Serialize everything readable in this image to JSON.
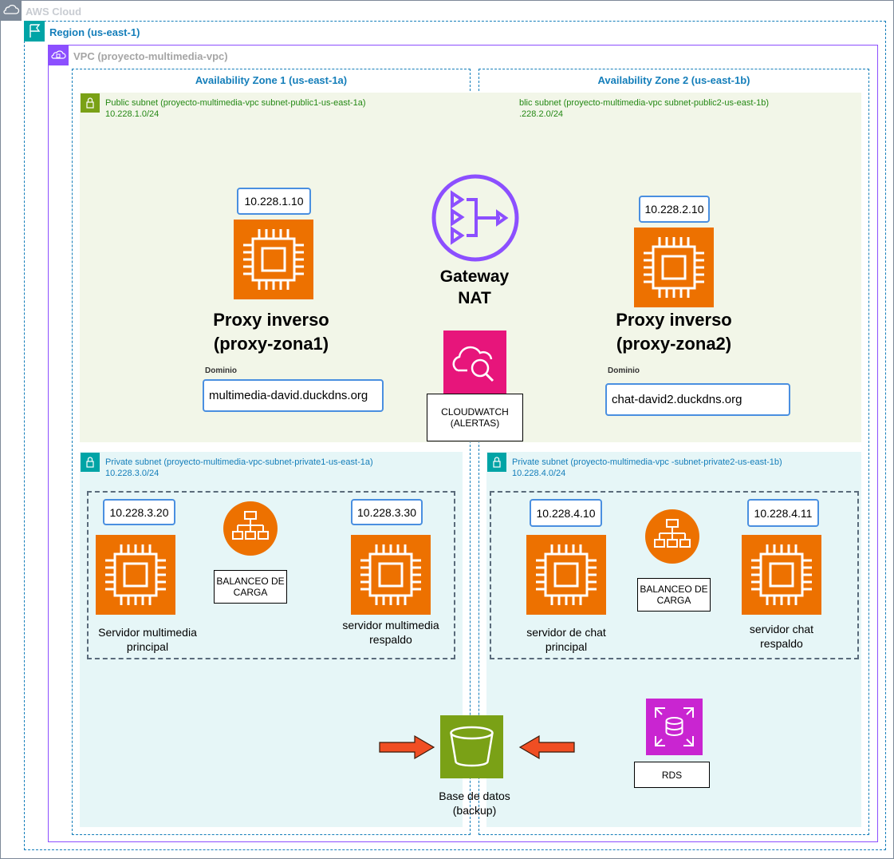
{
  "cloud": {
    "title": "AWS Cloud"
  },
  "region": {
    "title": "Region (us-east-1)"
  },
  "vpc": {
    "title": "VPC (proyecto-multimedia-vpc)"
  },
  "az1": {
    "title": "Availability Zone 1 (us-east-1a)"
  },
  "az2": {
    "title": "Availability Zone 2 (us-east-1b)"
  },
  "public1": {
    "name": "Public subnet (proyecto-multimedia-vpc subnet-public1-us-east-1a)",
    "cidr": "10.228.1.0/24"
  },
  "public2": {
    "name": "blic subnet (proyecto-multimedia-vpc subnet-public2-us-east-1b)",
    "cidr": ".228.2.0/24"
  },
  "private1": {
    "name": "Private subnet (proyecto-multimedia-vpc-subnet-private1-us-east-1a)",
    "cidr": "10.228.3.0/24"
  },
  "private2": {
    "name": "Private subnet (proyecto-multimedia-vpc -subnet-private2-us-east-1b)",
    "cidr": "10.228.4.0/24"
  },
  "proxy1": {
    "ip": "10.228.1.10",
    "title_line1": "Proxy inverso",
    "title_line2": "(proxy-zona1)",
    "domain_label": "Dominio",
    "domain": "multimedia-david.duckdns.org"
  },
  "proxy2": {
    "ip": "10.228.2.10",
    "title_line1": "Proxy inverso",
    "title_line2": "(proxy-zona2)",
    "domain_label": "Dominio",
    "domain": "chat-david2.duckdns.org"
  },
  "nat": {
    "line1": "Gateway",
    "line2": "NAT"
  },
  "cloudwatch": {
    "line1": "CLOUDWATCH",
    "line2": "(ALERTAS)"
  },
  "mm_principal": {
    "ip": "10.228.3.20",
    "line1": "Servidor multimedia",
    "line2": "principal"
  },
  "mm_respaldo": {
    "ip": "10.228.3.30",
    "line1": "servidor multimedia",
    "line2": "respaldo"
  },
  "lb1": {
    "line1": "BALANCEO DE",
    "line2": "CARGA"
  },
  "chat_principal": {
    "ip": "10.228.4.10",
    "line1": "servidor de chat",
    "line2": "principal"
  },
  "chat_respaldo": {
    "ip": "10.228.4.11",
    "line1": "servidor chat",
    "line2": "respaldo"
  },
  "lb2": {
    "line1": "BALANCEO DE",
    "line2": "CARGA"
  },
  "backup": {
    "line1": "Base de datos",
    "line2": "(backup)"
  },
  "rds": {
    "label": "RDS"
  },
  "colors": {
    "cloud_border": "#7d8998",
    "region_teal": "#147eba",
    "vpc_purple": "#8c4fff",
    "public_bg": "#f2f6e8",
    "public_text": "#248814",
    "private_bg": "#e6f6f7",
    "private_text": "#147eba",
    "ec2_orange": "#ed7100",
    "s3_green": "#7aa116",
    "cloudwatch_pink": "#e7157b",
    "rds_purple": "#c925d1"
  }
}
